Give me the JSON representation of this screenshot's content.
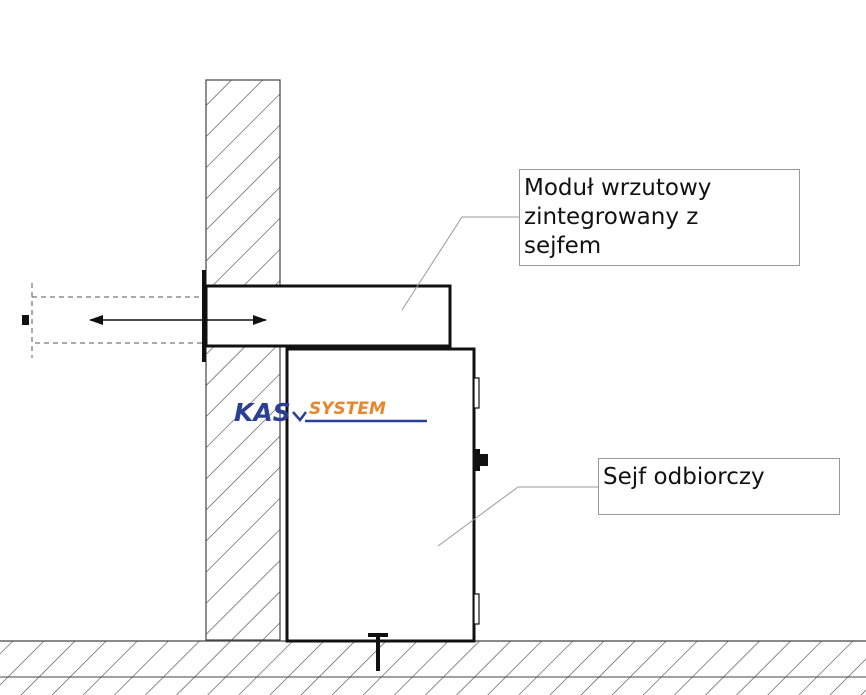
{
  "callouts": {
    "module": {
      "lines": [
        "Moduł wrzutowy",
        "zintegrowany z",
        "sejfem"
      ]
    },
    "safe": {
      "lines": [
        "Sejf odbiorczy"
      ]
    }
  },
  "logo": {
    "part1": "KAS",
    "part2": "SYSTEM",
    "color_primary": "#2b3f95",
    "color_secondary": "#e8862b"
  },
  "colors": {
    "line": "#111111",
    "hatch": "#444444",
    "leader": "#9a9a9a",
    "dashed": "#555555"
  }
}
